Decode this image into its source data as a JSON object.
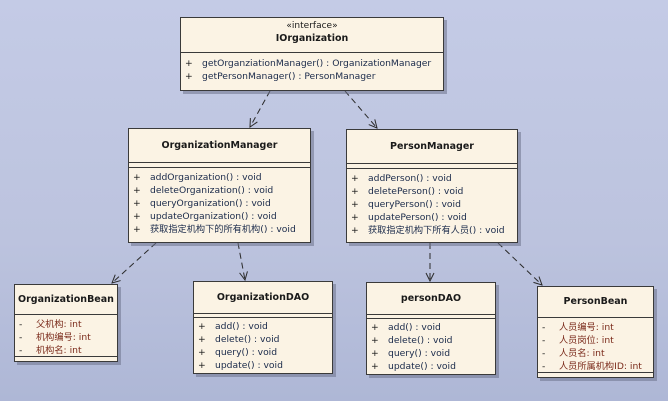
{
  "classes": {
    "iorganization": {
      "stereotype": "«interface»",
      "name": "IOrganization",
      "operations": [
        {
          "vis": "+",
          "text": "getOrganziationManager() : OrganizationManager"
        },
        {
          "vis": "+",
          "text": "getPersonManager() : PersonManager"
        }
      ]
    },
    "organization_manager": {
      "name": "OrganizationManager",
      "operations": [
        {
          "vis": "+",
          "text": "addOrganization() : void"
        },
        {
          "vis": "+",
          "text": "deleteOrganization() : void"
        },
        {
          "vis": "+",
          "text": "queryOrganization() : void"
        },
        {
          "vis": "+",
          "text": "updateOrganization() : void"
        },
        {
          "vis": "+",
          "text": "获取指定机构下的所有机构() : void"
        }
      ]
    },
    "person_manager": {
      "name": "PersonManager",
      "operations": [
        {
          "vis": "+",
          "text": "addPerson() : void"
        },
        {
          "vis": "+",
          "text": "deletePerson() : void"
        },
        {
          "vis": "+",
          "text": "queryPerson() : void"
        },
        {
          "vis": "+",
          "text": "updatePerson() : void"
        },
        {
          "vis": "+",
          "text": "获取指定机构下所有人员() : void"
        }
      ]
    },
    "organization_bean": {
      "name": "OrganizationBean",
      "attributes": [
        {
          "vis": "-",
          "text": "父机构:  int"
        },
        {
          "vis": "-",
          "text": "机构编号:  int"
        },
        {
          "vis": "-",
          "text": "机构名:  int"
        }
      ]
    },
    "organization_dao": {
      "name": "OrganizationDAO",
      "operations": [
        {
          "vis": "+",
          "text": "add() : void"
        },
        {
          "vis": "+",
          "text": "delete() : void"
        },
        {
          "vis": "+",
          "text": "query() : void"
        },
        {
          "vis": "+",
          "text": "update() : void"
        }
      ]
    },
    "person_dao": {
      "name": "personDAO",
      "operations": [
        {
          "vis": "+",
          "text": "add() : void"
        },
        {
          "vis": "+",
          "text": "delete() : void"
        },
        {
          "vis": "+",
          "text": "query() : void"
        },
        {
          "vis": "+",
          "text": "update() : void"
        }
      ]
    },
    "person_bean": {
      "name": "PersonBean",
      "attributes": [
        {
          "vis": "-",
          "text": "人员编号:  int"
        },
        {
          "vis": "-",
          "text": "人员岗位:  int"
        },
        {
          "vis": "-",
          "text": "人员名:  int"
        },
        {
          "vis": "-",
          "text": "人员所属机构ID:  int"
        }
      ]
    }
  },
  "colors": {
    "background": "#bcc3de",
    "class_fill": "#fbf3e4",
    "border": "#3a3a3a",
    "attribute_text": "#7a2a1a",
    "operation_text": "#1a2a4a"
  },
  "relations": [
    {
      "from": "iorganization",
      "to": "organization_manager",
      "type": "dependency"
    },
    {
      "from": "iorganization",
      "to": "person_manager",
      "type": "dependency"
    },
    {
      "from": "organization_manager",
      "to": "organization_bean",
      "type": "dependency"
    },
    {
      "from": "organization_manager",
      "to": "organization_dao",
      "type": "dependency"
    },
    {
      "from": "person_manager",
      "to": "person_dao",
      "type": "dependency"
    },
    {
      "from": "person_manager",
      "to": "person_bean",
      "type": "dependency"
    }
  ]
}
